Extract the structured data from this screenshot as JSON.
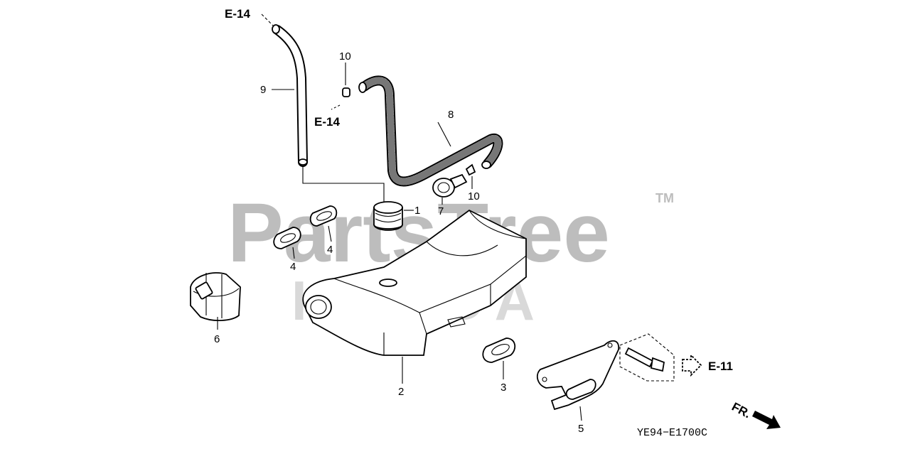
{
  "watermark": {
    "brand": "PartsTree",
    "trademark": "TM",
    "maker": "HONDA"
  },
  "callouts": {
    "c1": "1",
    "c2": "2",
    "c3": "3",
    "c4a": "4",
    "c4b": "4",
    "c5": "5",
    "c6": "6",
    "c7": "7",
    "c8": "8",
    "c9": "9",
    "c10a": "10",
    "c10b": "10"
  },
  "references": {
    "top": "E-14",
    "mid": "E-14",
    "right": "E-11"
  },
  "front_marker": "FR.",
  "diagram_code": "YE94−E1700C"
}
